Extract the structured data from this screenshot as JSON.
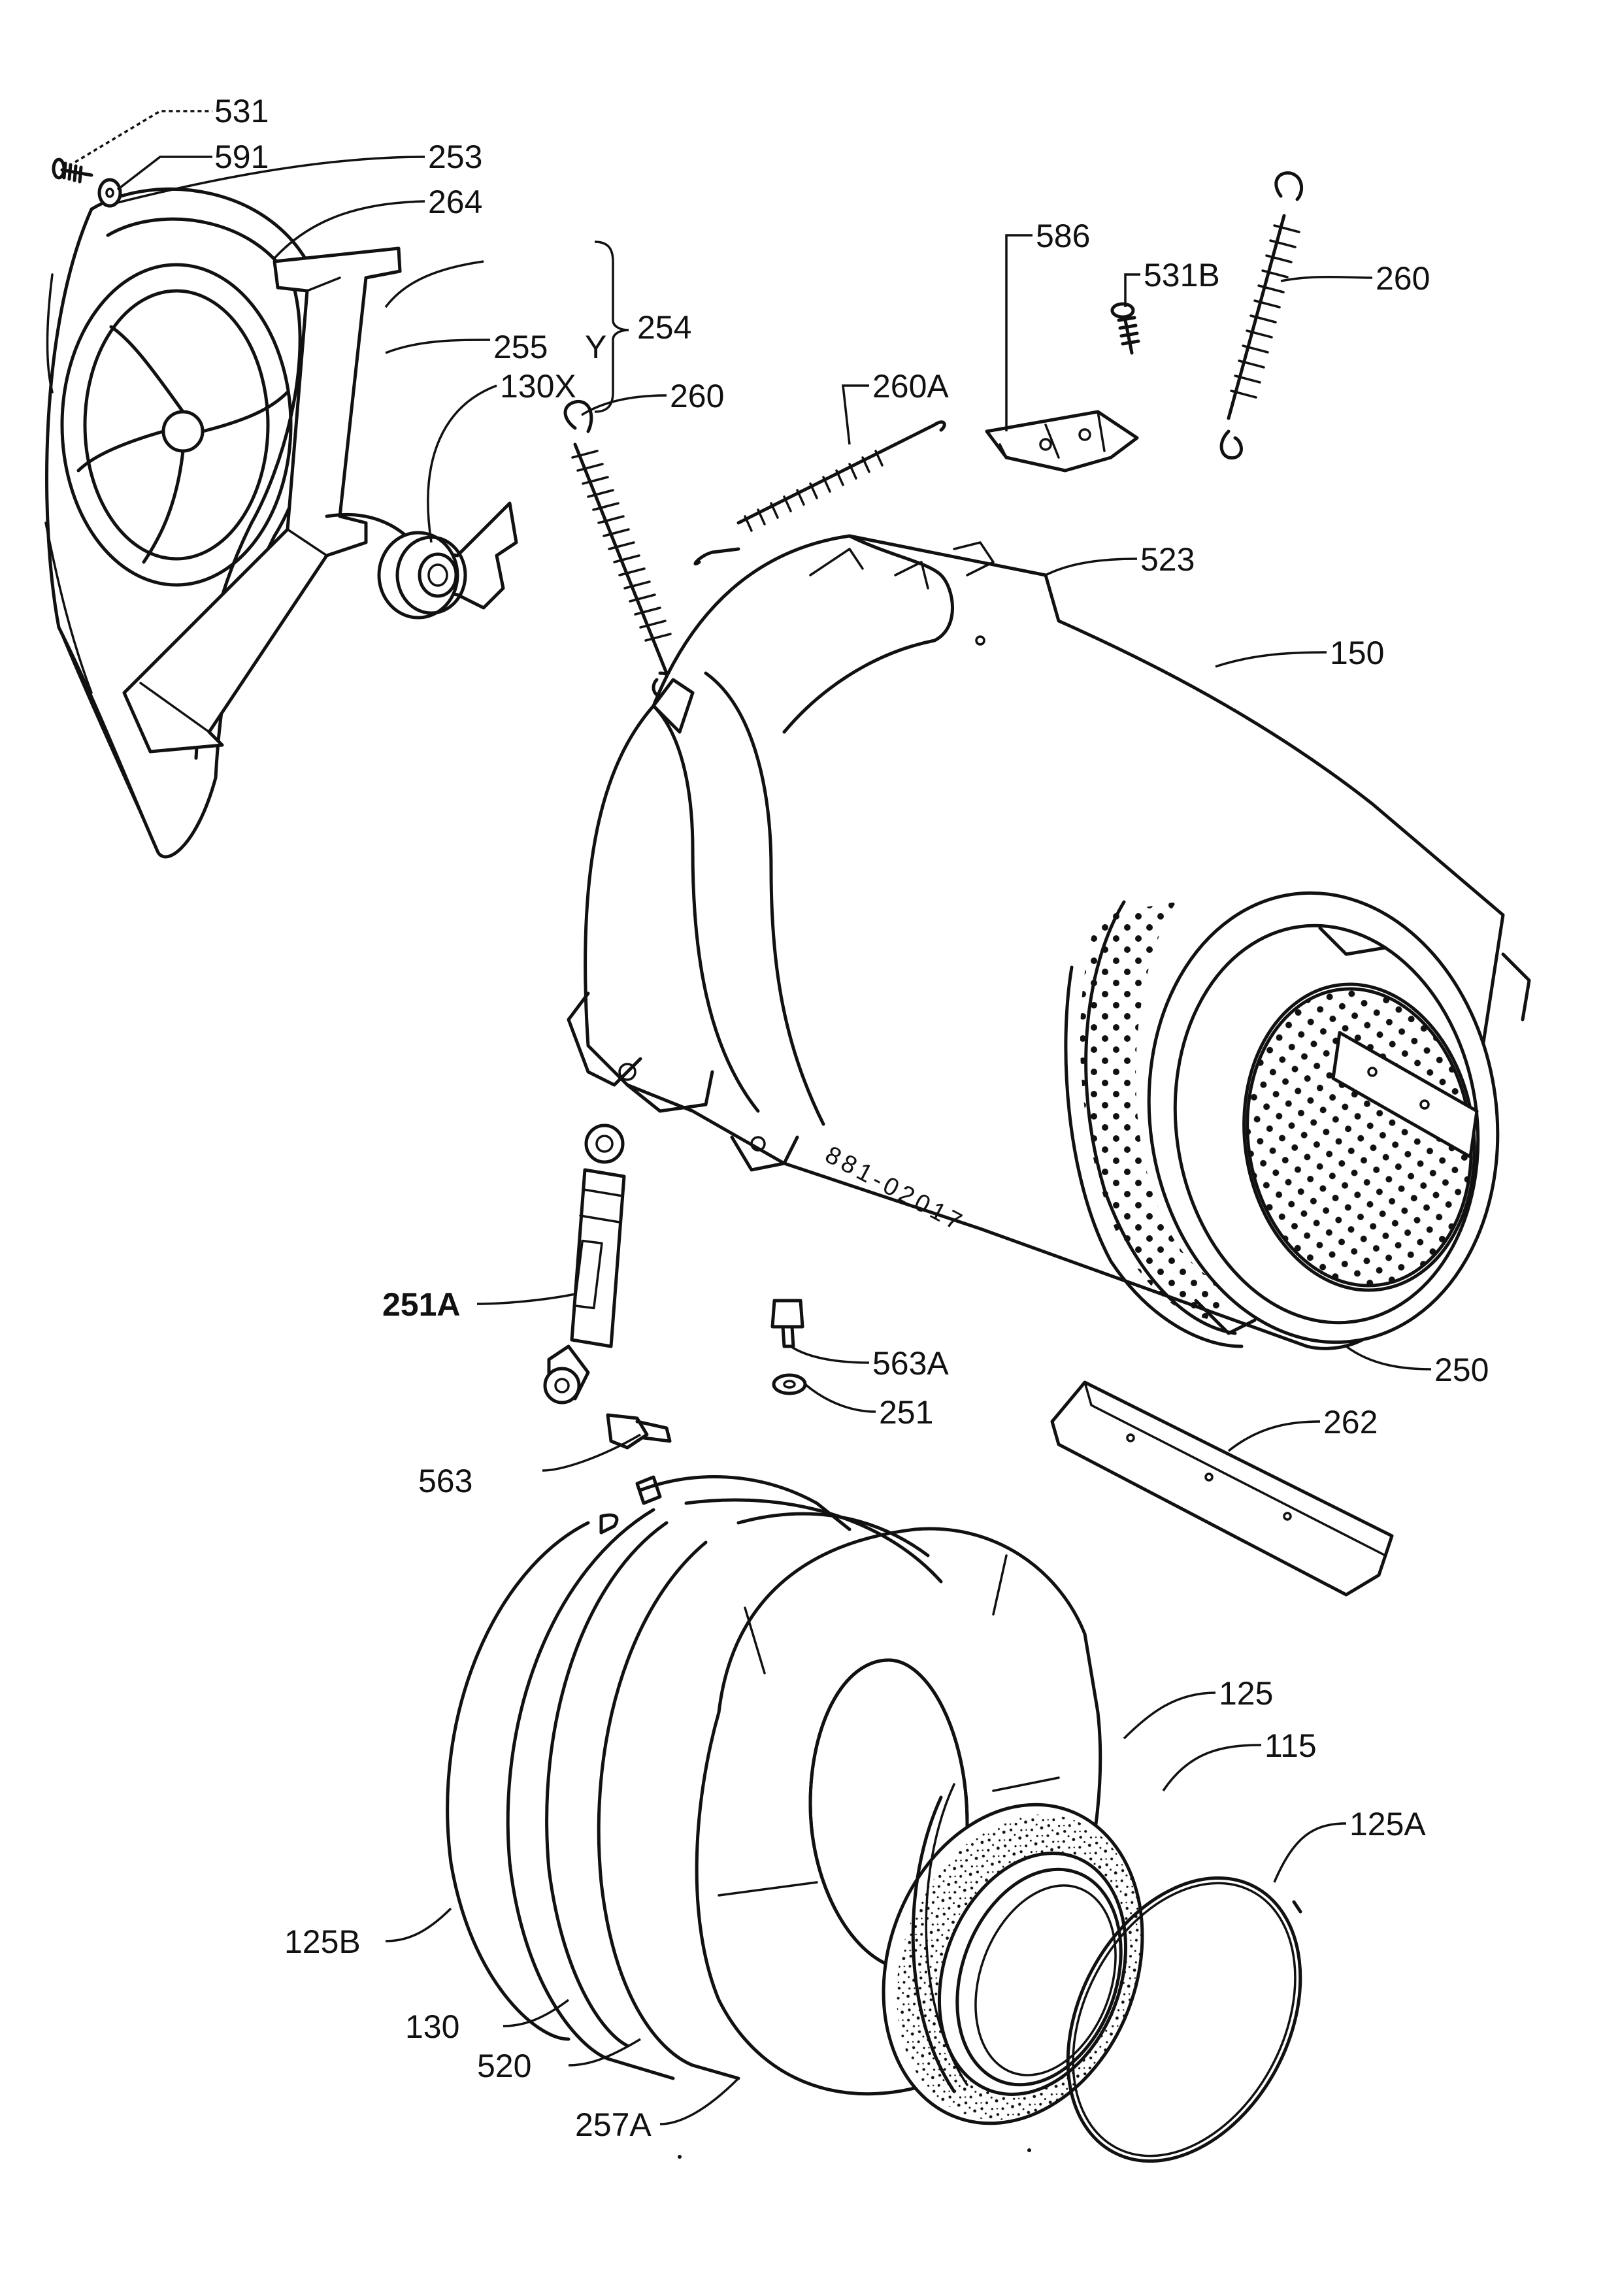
{
  "diagram": {
    "stamp": "881-02017",
    "callouts": {
      "c531": "531",
      "c591": "591",
      "c253": "253",
      "c264": "264",
      "c254": "254",
      "c255": "255",
      "cY": "Y",
      "c130X": "130X",
      "c260_left": "260",
      "c260A": "260A",
      "c586": "586",
      "c531B": "531B",
      "c260_right": "260",
      "c523": "523",
      "c150": "150",
      "c251A": "251A",
      "c563A": "563A",
      "c250": "250",
      "c251": "251",
      "c262": "262",
      "c563": "563",
      "c125": "125",
      "c115": "115",
      "c125A": "125A",
      "c125B": "125B",
      "c130": "130",
      "c520": "520",
      "c257A": "257A"
    }
  }
}
